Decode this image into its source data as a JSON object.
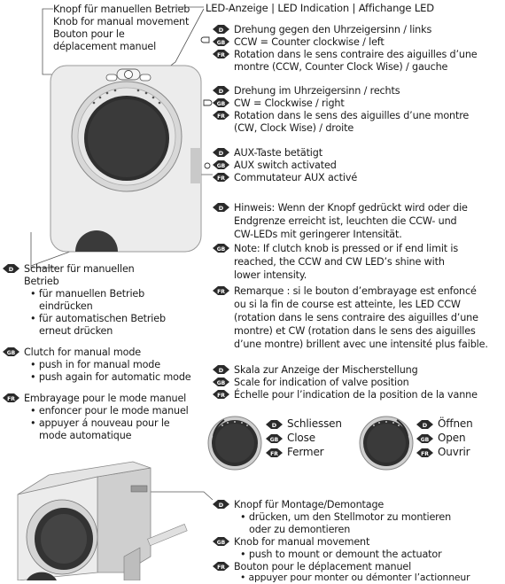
{
  "colors": {
    "badge": "#2a2a2a",
    "device_dark": "#3a3a3a",
    "device_body": "#e9e9e9",
    "line": "#555555"
  },
  "knob_label": {
    "l1": "Knopf für manuellen Betrieb",
    "l2": "Knob for manual movement",
    "l3": "Bouton pour le",
    "l4": "déplacement manuel"
  },
  "led_header": "LED-Anzeige | LED Indication | Affichange LED",
  "badges": {
    "de": "D",
    "gb": "GB",
    "fr": "FR"
  },
  "ccw": {
    "de": "Drehung gegen den Uhrzeigersinn / links",
    "gb": "CCW = Counter clockwise / left",
    "fr1": "Rotation dans le sens contraire des aiguilles d’une",
    "fr2": "montre (CCW, Counter Clock Wise) / gauche"
  },
  "cw": {
    "de": "Drehung im Uhrzeigersinn  / rechts",
    "gb": "CW = Clockwise / right",
    "fr1": "Rotation dans le sens des aiguilles d’une montre",
    "fr2": "(CW, Clock Wise) / droite"
  },
  "aux": {
    "de": "AUX-Taste betätigt",
    "gb": "AUX switch activated",
    "fr": "Commutateur AUX activé"
  },
  "note": {
    "de1": "Hinweis: Wenn der Knopf gedrückt wird oder die",
    "de2": "Endgrenze erreicht ist, leuchten die CCW- und",
    "de3": "CW-LEDs mit geringerer Intensität.",
    "gb1": "Note: If clutch knob is pressed or if end limit is",
    "gb2": "reached,  the CCW and CW LED’s shine with",
    "gb3": "lower intensity.",
    "fr1": "Remarque : si le bouton d’embrayage est enfoncé",
    "fr2": "ou si la fin de course est atteinte, les LED CCW",
    "fr3": "(rotation dans le sens contraire des aiguilles d’une",
    "fr4": "montre) et CW (rotation dans le sens des aiguilles",
    "fr5": "d’une montre) brillent avec une intensité plus faible."
  },
  "scale": {
    "de": "Skala zur Anzeige der Mischerstellung",
    "gb": "Scale for indication of valve position",
    "fr": "Échelle pour l’indication de la position de la vanne"
  },
  "close": {
    "de": "Schliessen",
    "gb": "Close",
    "fr": "Fermer"
  },
  "open": {
    "de": "Öffnen",
    "gb": "Open",
    "fr": "Ouvrir"
  },
  "clutch": {
    "de1": "Schalter für manuellen",
    "de2": "Betrieb",
    "de3": "• für manuellen Betrieb",
    "de4": "eindrücken",
    "de5": "• für automatischen Betrieb",
    "de6": "erneut drücken",
    "gb1": "Clutch for manual mode",
    "gb2": "• push in for manual mode",
    "gb3": "• push again for automatic mode",
    "fr1": "Embrayage pour le mode manuel",
    "fr2": "• enfoncer pour le mode manuel",
    "fr3": "• appuyer á nouveau pour le",
    "fr4": "mode automatique"
  },
  "mount": {
    "de1": "Knopf für Montage/Demontage",
    "de2": "• drücken, um den Stellmotor zu montieren",
    "de3": "oder zu demontieren",
    "gb1": "Knob for manual movement",
    "gb2": "• push to mount or demount the actuator",
    "fr1": "Bouton pour le déplacement manuel",
    "fr2": "• appuyer pour monter ou démonter l’actionneur"
  }
}
